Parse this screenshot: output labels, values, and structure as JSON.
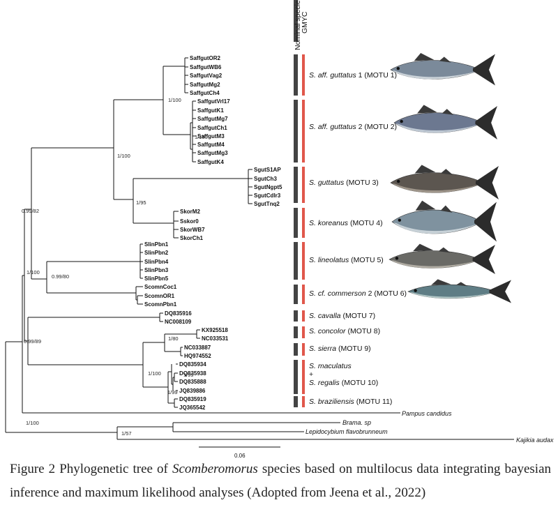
{
  "headers": {
    "nominal": "Nominal species",
    "gmyc": "GMYC"
  },
  "colors": {
    "dark_bar": "#444444",
    "gmyc_bar": "#e0574b",
    "line": "#111111"
  },
  "taxa": [
    "SaffgutOR2",
    "SaffgutWB6",
    "SaffgutVag2",
    "SaffgutMg2",
    "SaffgutCh4",
    "SaffgutVrl17",
    "SaffgutK1",
    "SaffgutMg7",
    "SaffgutCh1",
    "SaffgutM3",
    "SaffgutM4",
    "SaffgutMg3",
    "SaffgutK4",
    "SgutS1AP",
    "SgutCh3",
    "SgutNgpt5",
    "SgutCdlr3",
    "SgutTnq2",
    "SkorM2",
    "Sskor0",
    "SkorWB7",
    "SkorCh1",
    "SlinPbn1",
    "SlinPbn2",
    "SlinPbn4",
    "SlinPbn3",
    "SlinPbn5",
    "ScomnCoc1",
    "ScomnOR1",
    "ScomnPbn1",
    "DQ835916",
    "NC008109",
    "KX925518",
    "NC033531",
    "NC033887",
    "HQ974552",
    "DQ835934",
    "DQ835938",
    "DQ835888",
    "JQ839886",
    "DQ835919",
    "JQ365542"
  ],
  "outgroups": [
    "Pampus candidus",
    "Brama. sp",
    "Lepidocybium flavobrunneum",
    "Kajikia audax"
  ],
  "support": [
    "1/100",
    "1/100",
    "1/100",
    "0.99/82",
    "1/95",
    "1/100",
    "0.99/80",
    "0.99/89",
    "1/80",
    "1/100",
    "1/99",
    "1/99",
    "1/100",
    "1/57"
  ],
  "motu": [
    {
      "sp": "S. aff. guttatus",
      "rest": " 1 (MOTU 1)"
    },
    {
      "sp": "S. aff. guttatus",
      "rest": " 2 (MOTU 2)"
    },
    {
      "sp": "S. guttatus",
      "rest": " (MOTU 3)"
    },
    {
      "sp": "S. koreanus",
      "rest": " (MOTU 4)"
    },
    {
      "sp": "S. lineolatus",
      "rest": " (MOTU 5)"
    },
    {
      "sp": "S. cf. commerson",
      "rest": " 2 (MOTU 6)"
    },
    {
      "sp": "S. cavalla",
      "rest": " (MOTU 7)"
    },
    {
      "sp": "S. concolor",
      "rest": " (MOTU 8)"
    },
    {
      "sp": "S. sierra",
      "rest": " (MOTU 9)"
    },
    {
      "sp": "S. maculatus",
      "rest": ""
    },
    {
      "sp": "+",
      "rest": ""
    },
    {
      "sp": "S. regalis",
      "rest": " (MOTU 10)"
    },
    {
      "sp": "S. braziliensis",
      "rest": " (MOTU 11)"
    }
  ],
  "scale_label": "0.06",
  "caption": {
    "prefix": "Figure 2 Phylogenetic tree of ",
    "genus": "Scomberomorus",
    "suffix": " species based on multilocus data integrating bayesian inference and maximum likelihood analyses (Adopted from Jeena et al., 2022)"
  }
}
